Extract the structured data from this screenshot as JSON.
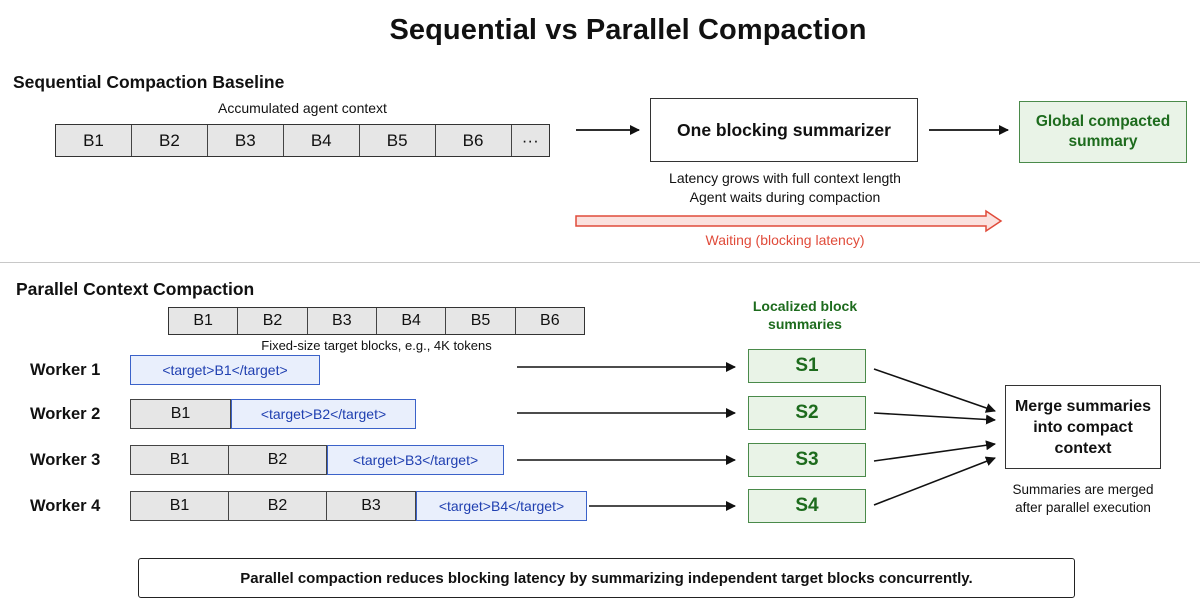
{
  "title": "Sequential vs Parallel Compaction",
  "sequential": {
    "heading": "Sequential Compaction Baseline",
    "context_caption": "Accumulated agent context",
    "blocks": [
      "B1",
      "B2",
      "B3",
      "B4",
      "B5",
      "B6",
      "···"
    ],
    "summarizer_label": "One blocking summarizer",
    "output_label": "Global compacted summary",
    "latency_note_1": "Latency grows with full context length",
    "latency_note_2": "Agent waits during compaction",
    "waiting_label": "Waiting (blocking latency)"
  },
  "parallel": {
    "heading": "Parallel Context Compaction",
    "blocks": [
      "B1",
      "B2",
      "B3",
      "B4",
      "B5",
      "B6"
    ],
    "blocks_caption": "Fixed-size target blocks, e.g., 4K tokens",
    "summaries_heading_1": "Localized block",
    "summaries_heading_2": "summaries",
    "workers": [
      {
        "label": "Worker 1",
        "prefix": [],
        "target": "<target>B1</target>",
        "summary": "S1"
      },
      {
        "label": "Worker 2",
        "prefix": [
          "B1"
        ],
        "target": "<target>B2</target>",
        "summary": "S2"
      },
      {
        "label": "Worker 3",
        "prefix": [
          "B1",
          "B2"
        ],
        "target": "<target>B3</target>",
        "summary": "S3"
      },
      {
        "label": "Worker 4",
        "prefix": [
          "B1",
          "B2",
          "B3"
        ],
        "target": "<target>B4</target>",
        "summary": "S4"
      }
    ],
    "merge_line_1": "Merge summaries",
    "merge_line_2": "into compact",
    "merge_line_3": "context",
    "merge_note_1": "Summaries are merged",
    "merge_note_2": "after parallel execution"
  },
  "footer": "Parallel compaction reduces blocking latency by summarizing independent target blocks concurrently.",
  "colors": {
    "green_accent": "#1d6b1d",
    "blue_accent": "#1f3fb0",
    "red_accent": "#e04b3a"
  }
}
